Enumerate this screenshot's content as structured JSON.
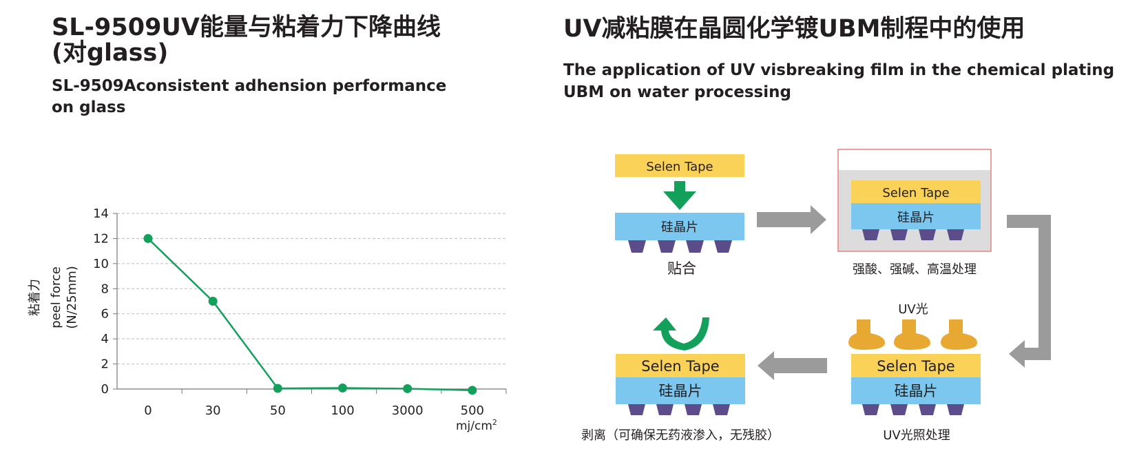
{
  "left_panel": {
    "title_line1": "SL-9509UV能量与粘着力下降曲线",
    "title_line2": "(对glass)",
    "subtitle_line1": "SL-9509Aconsistent adhension performance",
    "subtitle_line2": "on glass"
  },
  "right_panel": {
    "title": "UV减粘膜在晶圆化学镀UBM制程中的使用",
    "subtitle_line1": "The application of UV visbreaking film in the chemical plating",
    "subtitle_line2": "UBM on water processing"
  },
  "chart_data": {
    "type": "line",
    "categories": [
      "0",
      "30",
      "50",
      "100",
      "3000",
      "500"
    ],
    "values": [
      12,
      7,
      0.05,
      0.08,
      0.03,
      -0.1
    ],
    "ylim": [
      0,
      14
    ],
    "yticks": [
      0,
      2,
      4,
      6,
      8,
      10,
      12,
      14
    ],
    "ylabel_cn": "粘着力",
    "ylabel_en1": "peel force",
    "ylabel_en2": "(N/25mm)",
    "xunit_main": "mj/cm",
    "xunit_sup": "2",
    "grid": true,
    "line_color": "#12a05a"
  },
  "diagram": {
    "colors": {
      "tape": "#f9d257",
      "wafer": "#7cc7ef",
      "bump": "#5c4d8a",
      "green": "#12a05a",
      "gray_arrow": "#9b9b9b",
      "bath_fill": "#dcdcdc",
      "bath_border": "#e25a5a",
      "lamp": "#e8a933"
    },
    "step1": {
      "tape": "Selen Tape",
      "wafer": "硅晶片",
      "caption": "贴合"
    },
    "step2": {
      "tape": "Selen Tape",
      "wafer": "硅晶片",
      "caption": "强酸、强碱、高温处理"
    },
    "step3": {
      "uv_label": "UV光",
      "tape": "Selen Tape",
      "wafer": "硅晶片",
      "caption": "UV光照处理"
    },
    "step4": {
      "tape": "Selen Tape",
      "wafer": "硅晶片",
      "caption": "剥离（可确保无药液渗入，无残胶）"
    }
  }
}
